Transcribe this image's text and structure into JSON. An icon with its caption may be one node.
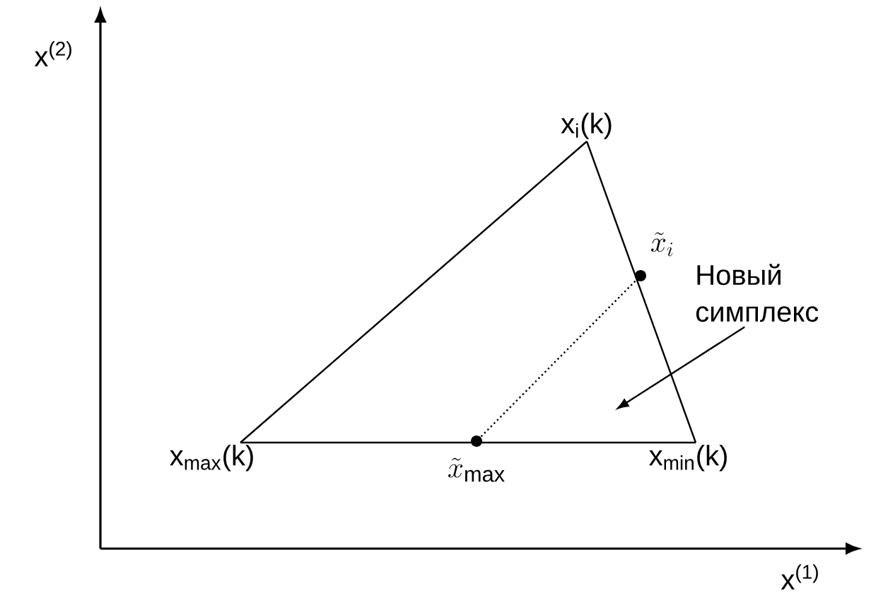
{
  "diagram": {
    "nodes": [
      {
        "text": [
          "x$_{i}$(k)"
        ]
      },
      {
        "text": [
          "x$_{max}$(k)"
        ]
      },
      {
        "text": [
          "x$_{min}$(k)"
        ]
      },
      {
        "text": [],
        "shape": "circle",
        "beside": [
          "\\tilde{x}_i"
        ]
      },
      {
        "text": [],
        "shape": "circle",
        "beside": [
          "\\tilde{x}_{\\mathrm{max}}"
        ]
      },
      {
        "text": [
          "Новый симплекс"
        ]
      }
    ],
    "edges": [
      {
        "from": 0,
        "to": 1,
        "arrow": "none"
      },
      {
        "from": 1,
        "to": 2,
        "arrow": "none"
      },
      {
        "from": 2,
        "to": 0,
        "arrow": "none"
      },
      {
        "from": 4,
        "to": 3,
        "arrow": "none",
        "style": "dashed"
      },
      {
        "from": 5,
        "to": null,
        "arrow": "to"
      }
    ],
    "labels": [
      "x$^{(2)}$",
      "x$^{(1)}$"
    ]
  }
}
